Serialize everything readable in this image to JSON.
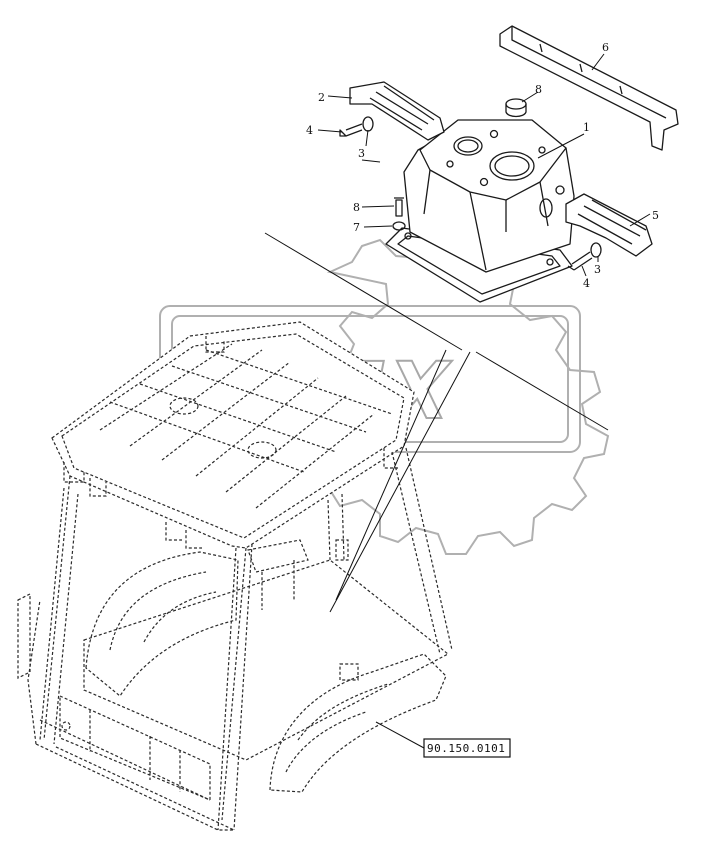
{
  "watermark": {
    "text": "OPEX"
  },
  "callouts": [
    {
      "id": "c1",
      "label": "1"
    },
    {
      "id": "c2",
      "label": "2"
    },
    {
      "id": "c3a",
      "label": "3"
    },
    {
      "id": "c3b",
      "label": "3"
    },
    {
      "id": "c4a",
      "label": "4"
    },
    {
      "id": "c4b",
      "label": "4"
    },
    {
      "id": "c5",
      "label": "5"
    },
    {
      "id": "c6",
      "label": "6"
    },
    {
      "id": "c7",
      "label": "7"
    },
    {
      "id": "c8a",
      "label": "8"
    },
    {
      "id": "c8b",
      "label": "8"
    }
  ],
  "reference": {
    "code": "90.150.0101"
  }
}
